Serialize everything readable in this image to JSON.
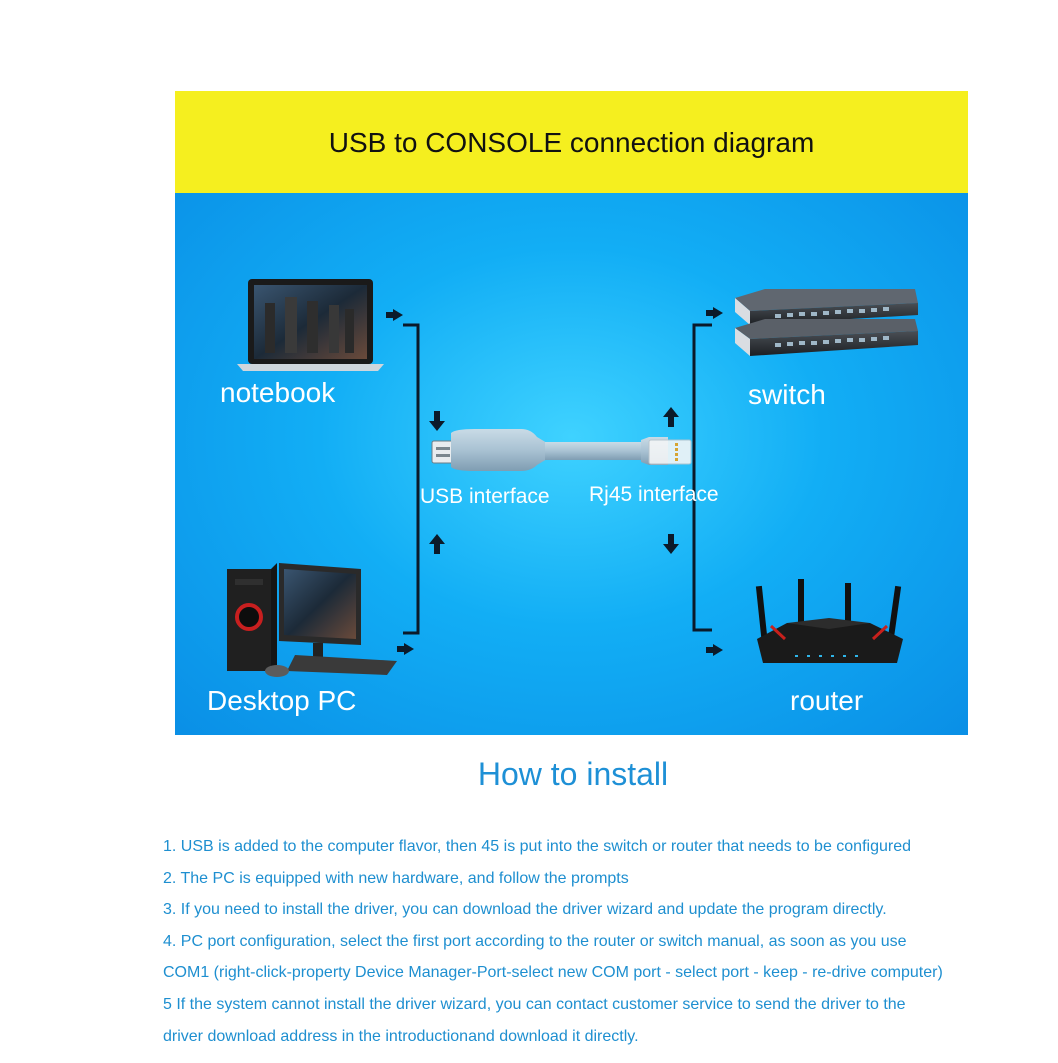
{
  "banner": {
    "title": "USB to CONSOLE connection diagram"
  },
  "diagram": {
    "labels": {
      "notebook": "notebook",
      "switch": "switch",
      "desktop": "Desktop PC",
      "router": "router",
      "usb": "USB interface",
      "rj45": "Rj45 interface"
    },
    "colors": {
      "banner": "#f5ef1f",
      "background": "#12aef5",
      "label": "#ffffff"
    }
  },
  "install": {
    "title": "How to install",
    "steps": [
      "1. USB is added to the computer flavor, then 45 is put into the switch or router that needs to be configured",
      "2. The PC is equipped with new hardware, and follow the prompts",
      "3. If you need to install the driver, you can download the driver wizard and update the program directly.",
      "4. PC port configuration, select the first port according to the router or switch manual, as soon as you use",
      "COM1 (right-click-property Device Manager-Port-select new COM port - select port - keep - re-drive computer)",
      "5 If the system cannot install the driver wizard, you can contact customer service to send the driver to the",
      "driver download address in the introductionand download it directly."
    ],
    "color": "#1e8fd0"
  }
}
